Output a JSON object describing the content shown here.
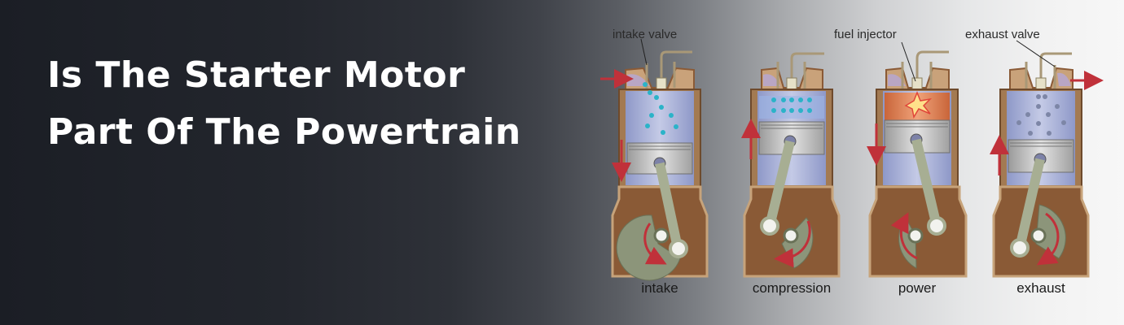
{
  "title": {
    "line1": "Is The Starter Motor",
    "line2": "Part Of The Powertrain"
  },
  "diagram": {
    "callouts": {
      "intake_valve": "intake valve",
      "fuel_injector": "fuel injector",
      "exhaust_valve": "exhaust valve"
    },
    "stages": [
      {
        "label": "intake",
        "piston_direction": "down"
      },
      {
        "label": "compression",
        "piston_direction": "up"
      },
      {
        "label": "power",
        "piston_direction": "down"
      },
      {
        "label": "exhaust",
        "piston_direction": "up"
      }
    ],
    "colors": {
      "arrow": "#c0313a",
      "crankcase": "#8a5a36",
      "cylinder_gas": "#a9b3d8",
      "combustion": "#d9784a",
      "fuel_dots": "#2bb3c8",
      "exhaust_dots": "#7d86a6",
      "crank": "#8c957a"
    }
  }
}
